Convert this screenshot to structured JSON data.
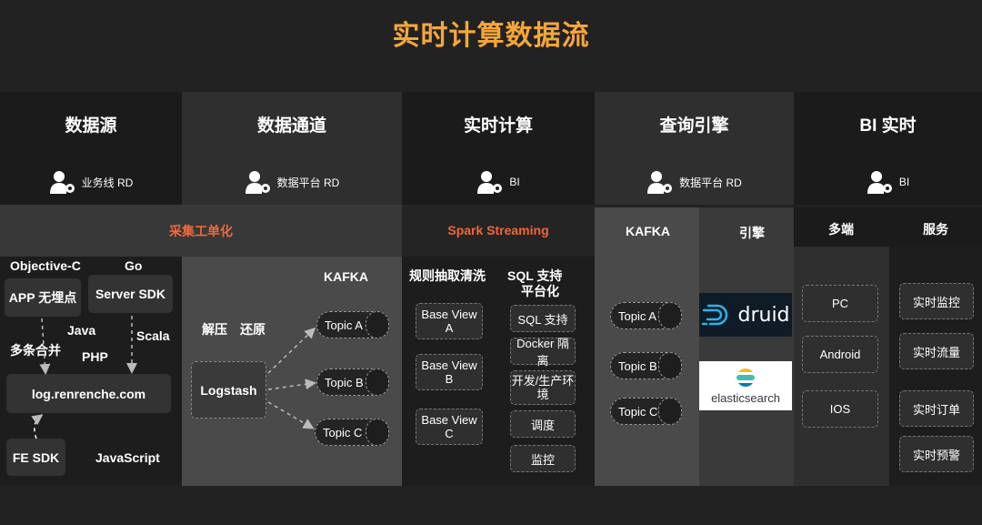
{
  "title": "实时计算数据流",
  "columns": [
    {
      "label": "数据源",
      "role": "业务线 RD"
    },
    {
      "label": "数据通道",
      "role": "数据平台 RD"
    },
    {
      "label": "实时计算",
      "role": "BI"
    },
    {
      "label": "查询引擎",
      "role": "数据平台 RD"
    },
    {
      "label": "BI 实时",
      "role": "BI"
    }
  ],
  "bands": {
    "collect": "采集工单化",
    "spark": "Spark Streaming",
    "kafka": "KAFKA",
    "engine": "引擎",
    "multi": "多端",
    "service": "服务"
  },
  "source": {
    "objc": "Objective-C",
    "go": "Go",
    "app": "APP 无埋点",
    "server_sdk": "Server SDK",
    "java": "Java",
    "scala": "Scala",
    "merge": "多条合并",
    "php": "PHP",
    "log": "log.renrenche.com",
    "fe_sdk": "FE SDK",
    "javascript": "JavaScript"
  },
  "channel": {
    "kafka": "KAFKA",
    "decompress": "解压　还原",
    "logstash": "Logstash",
    "topics": [
      "Topic A",
      "Topic B",
      "Topic C"
    ]
  },
  "compute": {
    "rules_title": "规则抽取清洗",
    "sql_title_1": "SQL 支持",
    "sql_title_2": "平台化",
    "views": [
      [
        "Base View",
        "A"
      ],
      [
        "Base View",
        "B"
      ],
      [
        "Base View",
        "C"
      ]
    ],
    "platform": [
      "SQL  支持",
      "Docker 隔离",
      [
        "开发/生产环",
        "境"
      ],
      "调度",
      "监控"
    ]
  },
  "query": {
    "topics": [
      "Topic A",
      "Topic B",
      "Topic C"
    ],
    "druid": "druid",
    "elasticsearch": "elasticsearch"
  },
  "bi": {
    "clients": [
      "PC",
      "Android",
      "IOS"
    ],
    "services": [
      "实时监控",
      "实时流量",
      "实时订单",
      "实时预警"
    ]
  },
  "colors": {
    "title": "#f5a63a",
    "accent": "#f0673a",
    "druid": "#29b5e8",
    "elastic_yellow": "#f0bf1a",
    "elastic_teal": "#3ebeb0",
    "elastic_blue": "#0a77b6"
  }
}
